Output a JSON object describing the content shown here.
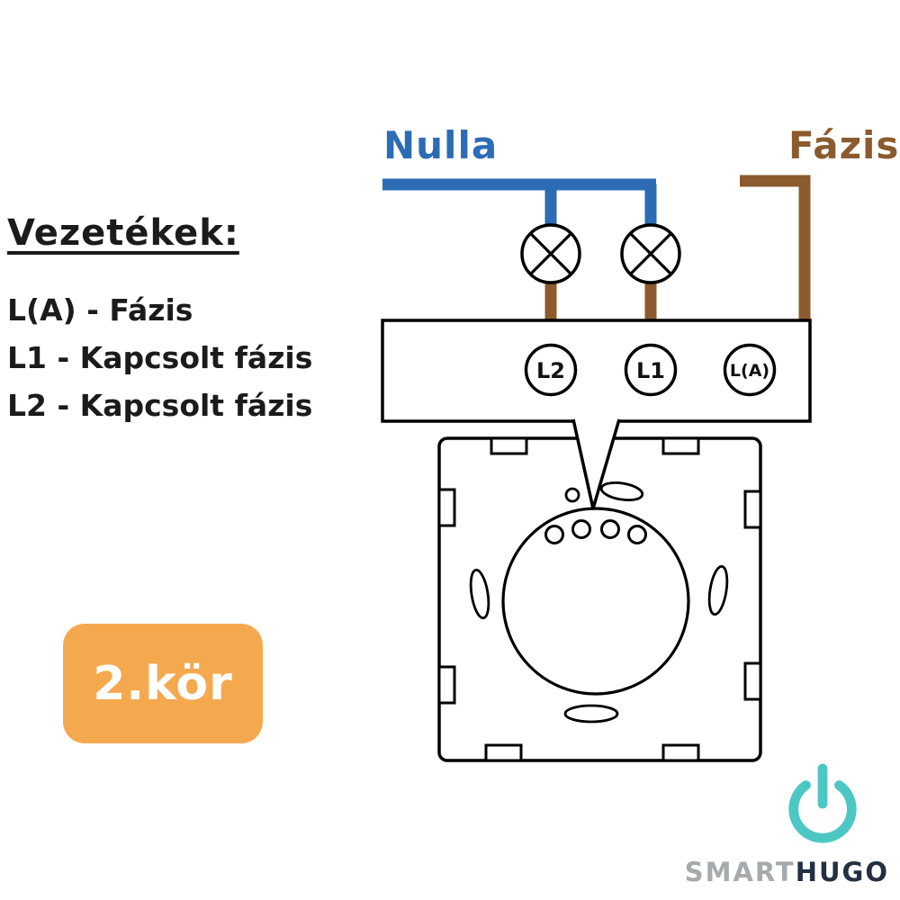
{
  "wiring": {
    "neutral_label": "Nulla",
    "phase_label": "Fázis",
    "lamps": 2,
    "terminals": [
      {
        "label": "L2"
      },
      {
        "label": "L1"
      },
      {
        "label": "L(A)"
      }
    ],
    "colors": {
      "neutral": "#2B6CB5",
      "phase": "#8B5B2D",
      "outline": "#000000"
    }
  },
  "legend": {
    "title": "Vezetékek:",
    "items": [
      "L(A) - Fázis",
      "L1 - Kapcsolt fázis",
      "L2 - Kapcsolt fázis"
    ]
  },
  "badge": {
    "label": "2.kör",
    "background": "#F5A94F",
    "text_color": "#FFFFFF"
  },
  "brand": {
    "name_part1": "SMART",
    "name_part2": "HUGO",
    "icon": "power-icon",
    "icon_color": "#4DC7C3",
    "part1_color": "#A6AAAD",
    "part2_color": "#223041"
  }
}
